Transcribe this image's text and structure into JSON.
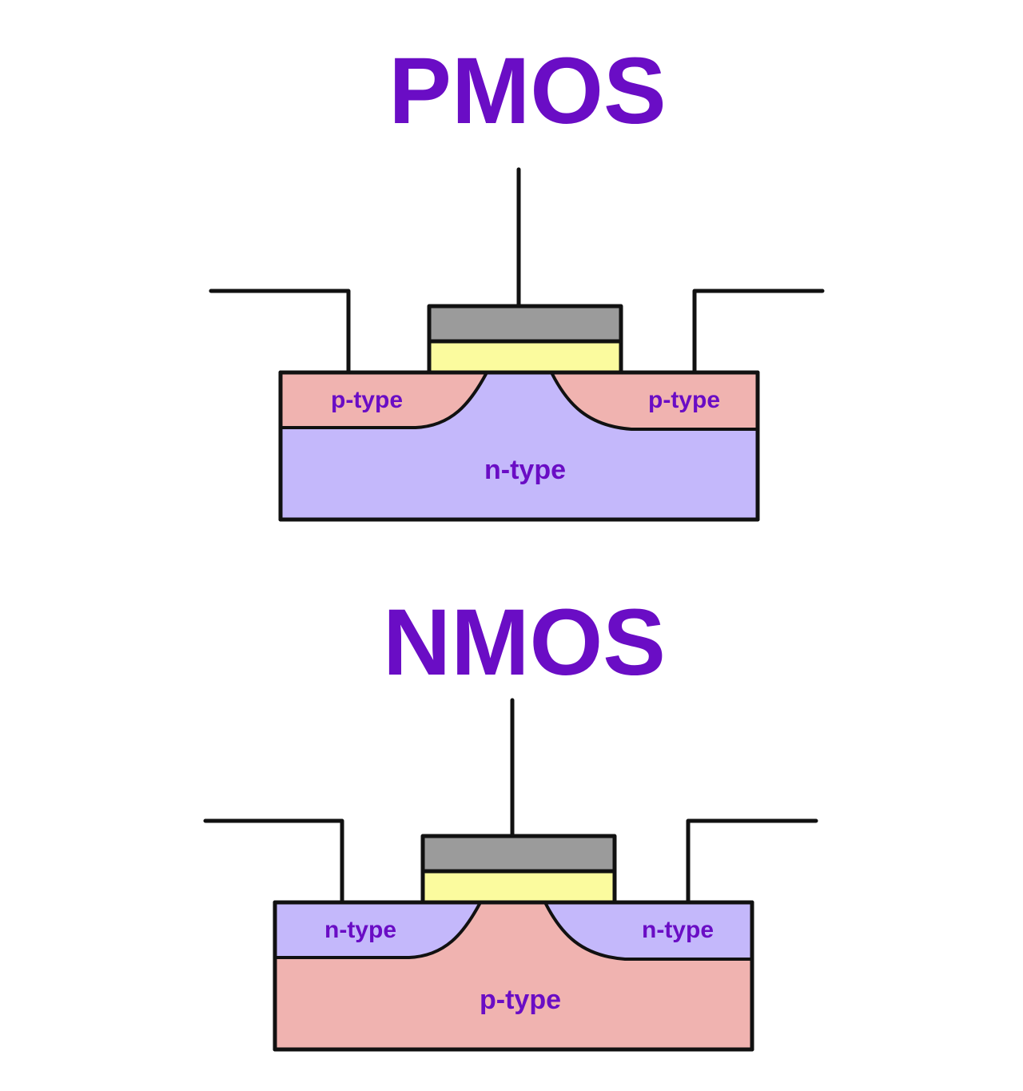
{
  "colors": {
    "title": "#6a0dc5",
    "label": "#6a0dc5",
    "p_type": "#f0b3b0",
    "n_type": "#c4b8fb",
    "gate_metal": "#9b9b9b",
    "gate_oxide": "#fbfb9e",
    "wire": "#111111"
  },
  "pmos": {
    "title": "PMOS",
    "substrate_label": "n-type",
    "source_label": "p-type",
    "drain_label": "p-type"
  },
  "nmos": {
    "title": "NMOS",
    "substrate_label": "p-type",
    "source_label": "n-type",
    "drain_label": "n-type"
  }
}
